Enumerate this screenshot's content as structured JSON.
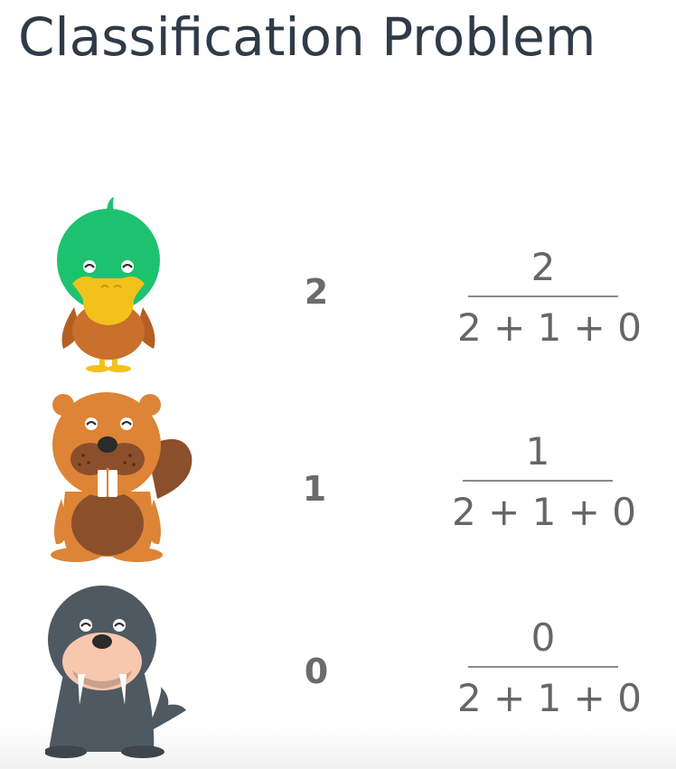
{
  "title": "Classification Problem",
  "rows": [
    {
      "animal": "duck-icon",
      "count": "2",
      "numerator": "2",
      "denominator": "2 + 1 + 0"
    },
    {
      "animal": "beaver-icon",
      "count": "1",
      "numerator": "1",
      "denominator": "2 + 1 + 0"
    },
    {
      "animal": "walrus-icon",
      "count": "0",
      "numerator": "0",
      "denominator": "2 + 1 + 0"
    }
  ],
  "colors": {
    "title": "#2f3b47",
    "count": "#6b6b6b",
    "fraction": "#666666",
    "duck_head": "#1dc26f",
    "duck_beak": "#f2c21b",
    "duck_body": "#c8702c",
    "beaver_fur": "#dd8436",
    "beaver_belly": "#8b4f2c",
    "walrus_body": "#4f5961",
    "walrus_muzzle": "#f7c7ae"
  }
}
